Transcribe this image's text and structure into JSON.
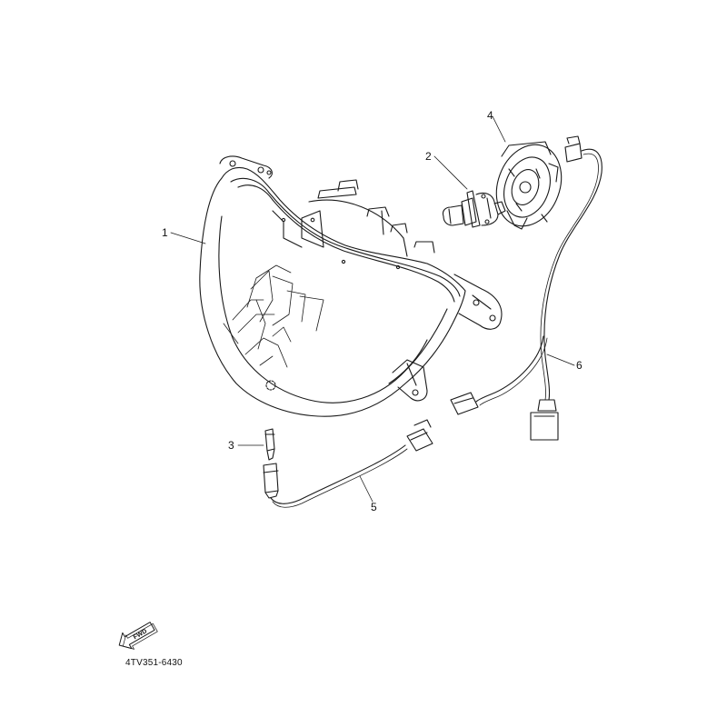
{
  "callouts": [
    {
      "id": "1",
      "label": "1"
    },
    {
      "id": "2",
      "label": "2"
    },
    {
      "id": "3",
      "label": "3"
    },
    {
      "id": "4",
      "label": "4"
    },
    {
      "id": "5",
      "label": "5"
    },
    {
      "id": "6",
      "label": "6"
    }
  ],
  "fwd_arrow": {
    "label": "FWD",
    "icon": "fwd-arrow-icon"
  },
  "reference_code": "4TV351-6430",
  "colors": {
    "line": "#1a1a1a",
    "background": "#ffffff"
  }
}
